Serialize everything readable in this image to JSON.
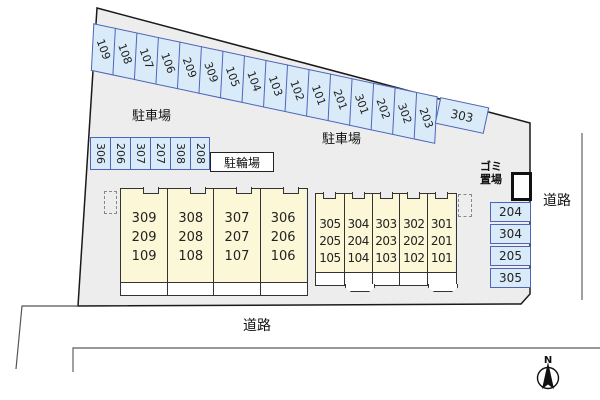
{
  "labels": {
    "parking_top": "駐車場",
    "parking_mid": "駐車場",
    "bicycle": "駐輪場",
    "garbage": [
      "ゴミ",
      "置場"
    ],
    "road_right": "道路",
    "road_bottom": "道路",
    "north": "N"
  },
  "parking": {
    "top_row": [
      "109",
      "108",
      "107",
      "106",
      "209",
      "309",
      "105",
      "104",
      "103",
      "102",
      "101",
      "201",
      "301",
      "202",
      "302",
      "203"
    ],
    "top_row_last": "303",
    "left_row": [
      "306",
      "206",
      "307",
      "207",
      "308",
      "208"
    ],
    "right_column": [
      "204",
      "304",
      "205",
      "305"
    ]
  },
  "buildings": {
    "left": {
      "units": [
        [
          "309",
          "209",
          "109"
        ],
        [
          "308",
          "208",
          "108"
        ],
        [
          "307",
          "207",
          "107"
        ],
        [
          "306",
          "206",
          "106"
        ]
      ]
    },
    "right": {
      "units": [
        [
          "305",
          "205",
          "105"
        ],
        [
          "304",
          "204",
          "104"
        ],
        [
          "303",
          "203",
          "103"
        ],
        [
          "302",
          "202",
          "102"
        ],
        [
          "301",
          "201",
          "101"
        ]
      ]
    }
  },
  "colors": {
    "site_fill": "#ededed",
    "site_border": "#1a1a1a",
    "parking_fill": "#d9ebf9",
    "parking_border": "#4f63b8",
    "building_fill": "#fcf7d6",
    "building_border": "#333333",
    "road_line": "#777777"
  }
}
